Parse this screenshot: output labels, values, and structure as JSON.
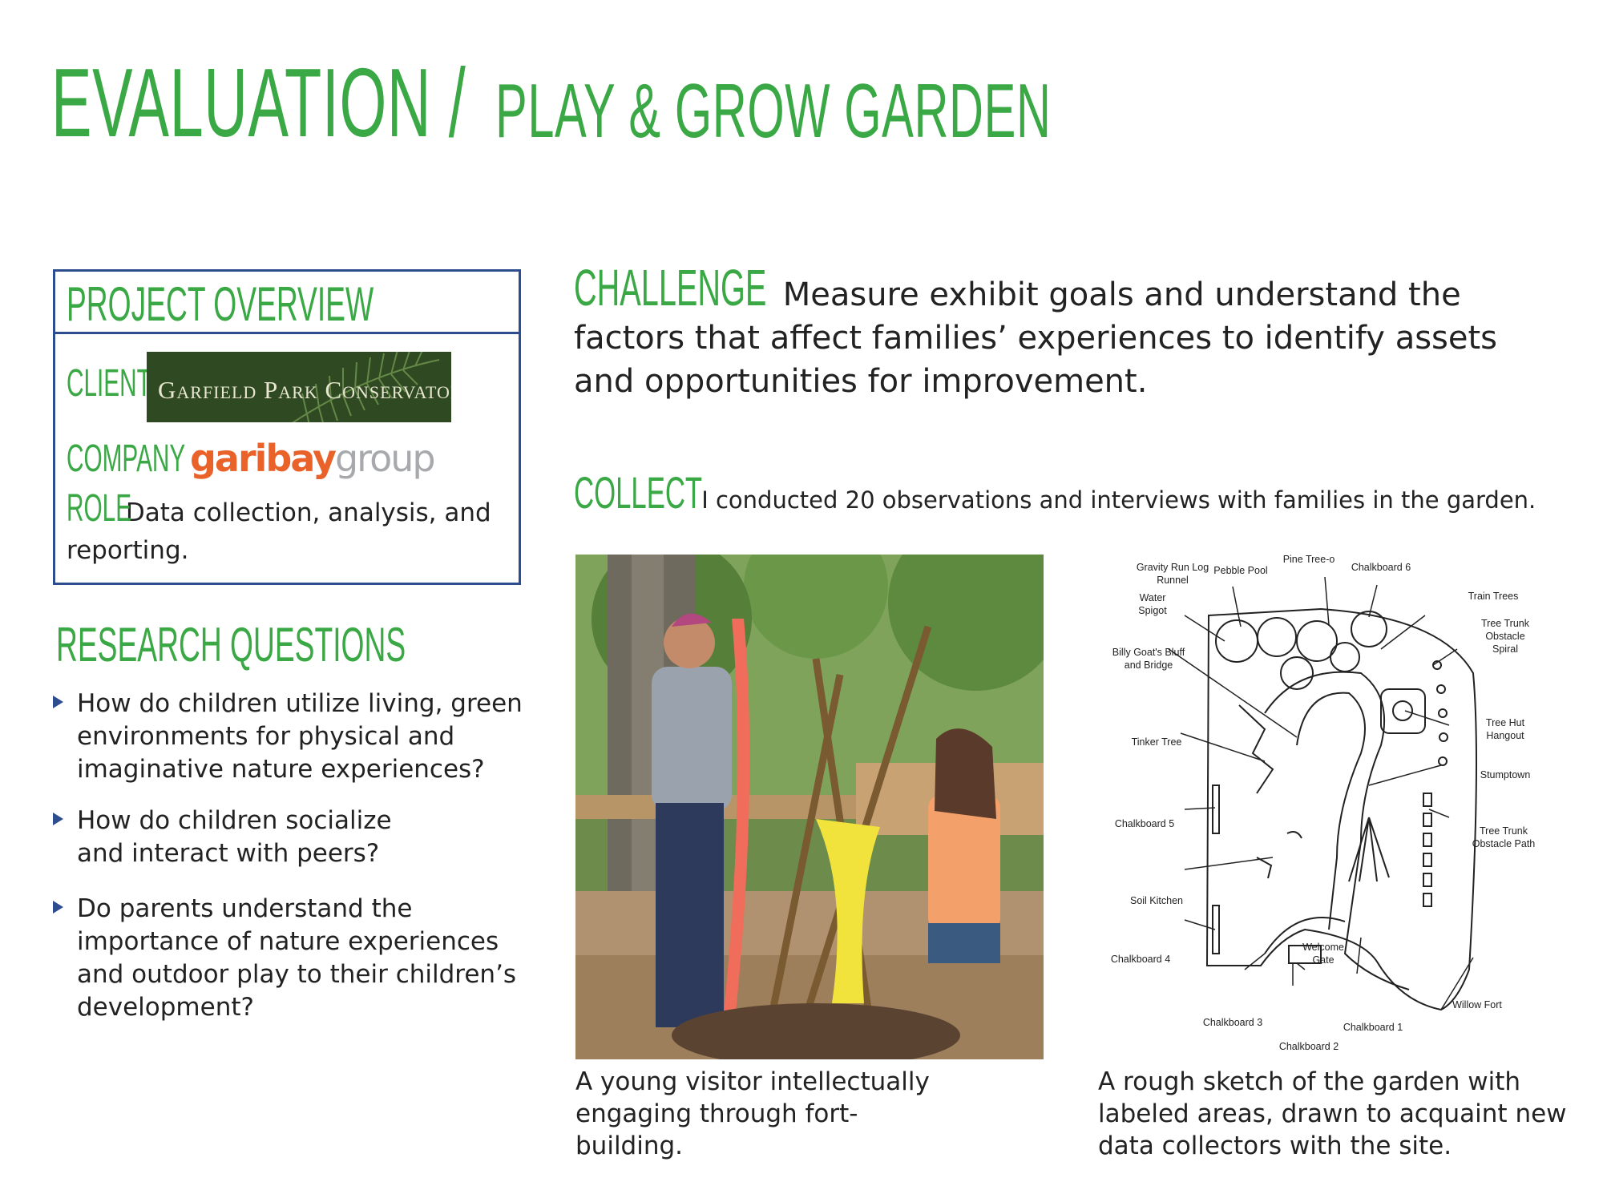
{
  "header": {
    "title_main": "EVALUATION /",
    "title_sub": "PLAY & GROW GARDEN"
  },
  "overview": {
    "heading": "PROJECT OVERVIEW",
    "client_label": "CLIENT",
    "client_logo_text": "Garfield Park Conservatory",
    "company_label": "COMPANY",
    "company_logo_part1": "garibay",
    "company_logo_part2": "group",
    "role_label": "ROLE",
    "role_text": "Data collection, analysis, and reporting."
  },
  "research": {
    "heading": "RESEARCH QUESTIONS",
    "questions": [
      "How do children utilize living, green environments for physical and imaginative nature experiences?",
      "How do children socialize and interact with peers?",
      "Do parents understand the importance of nature experiences and outdoor play to their children’s development?"
    ]
  },
  "challenge": {
    "heading": "CHALLENGE",
    "text": "Measure exhibit goals and understand the factors that affect families’ experiences to identify assets and opportunities for improvement."
  },
  "collect": {
    "heading": "COLLECT",
    "text": "I conducted 20 observations and interviews with families in the garden."
  },
  "photo": {
    "caption": "A young visitor intellectually engaging through fort-building."
  },
  "sketch": {
    "caption": "A rough sketch of the garden with labeled areas, drawn to acquaint new data collectors with the site.",
    "labels": {
      "gravity_run": [
        "Gravity Run Log",
        "Runnel"
      ],
      "pebble_pool": "Pebble Pool",
      "pine_tree": "Pine Tree-o",
      "chalkboard6": "Chalkboard 6",
      "water_spigot": [
        "Water",
        "Spigot"
      ],
      "train_trees": "Train Trees",
      "tree_trunk_spiral": [
        "Tree Trunk",
        "Obstacle",
        "Spiral"
      ],
      "billy_goat": [
        "Billy Goat's Bluff",
        "and Bridge"
      ],
      "tree_hut": [
        "Tree Hut",
        "Hangout"
      ],
      "tinker_tree": "Tinker Tree",
      "stumptown": "Stumptown",
      "chalkboard5": "Chalkboard 5",
      "tree_trunk_path": [
        "Tree Trunk",
        "Obstacle Path"
      ],
      "soil_kitchen": "Soil Kitchen",
      "welcome_gate": [
        "Welcome",
        "Gate"
      ],
      "chalkboard4": "Chalkboard 4",
      "willow_fort": "Willow Fort",
      "chalkboard3": "Chalkboard 3",
      "chalkboard1": "Chalkboard 1",
      "chalkboard2": "Chalkboard 2"
    }
  },
  "colors": {
    "accent_green": "#3aa845",
    "box_border": "#2e4d8f",
    "logo_bg": "#2f4a23",
    "garibay_orange": "#e8622a",
    "garibay_gray": "#a7a9ac"
  }
}
